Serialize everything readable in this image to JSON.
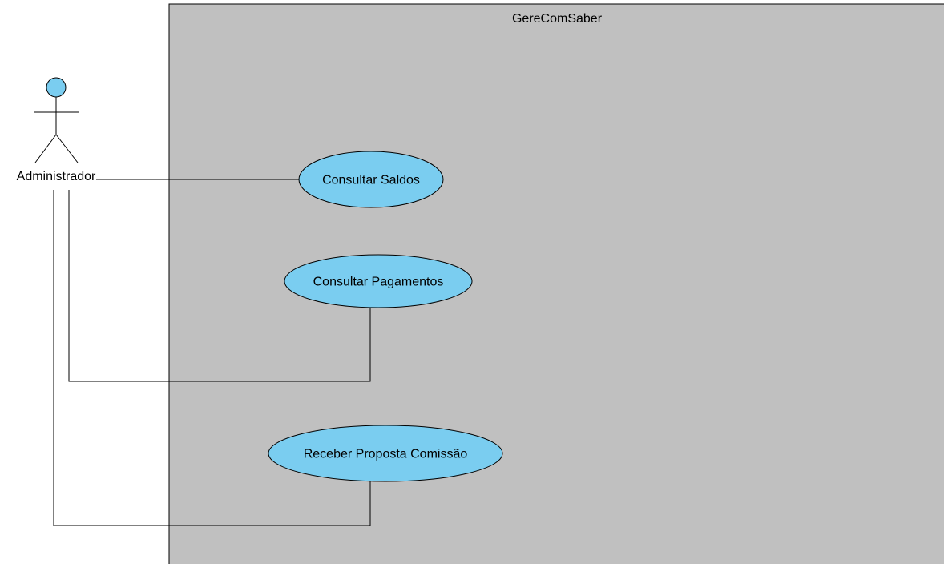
{
  "system": {
    "name": "GereComSaber"
  },
  "actors": [
    {
      "name": "Administrador"
    }
  ],
  "use_cases": [
    {
      "label": "Consultar Saldos"
    },
    {
      "label": "Consultar Pagamentos"
    },
    {
      "label": "Receber Proposta Comissão"
    }
  ],
  "colors": {
    "boundary_fill": "#c0c0c0",
    "use_case_fill": "#7acdf0",
    "actor_head_fill": "#7acdf0",
    "line": "#000000"
  }
}
